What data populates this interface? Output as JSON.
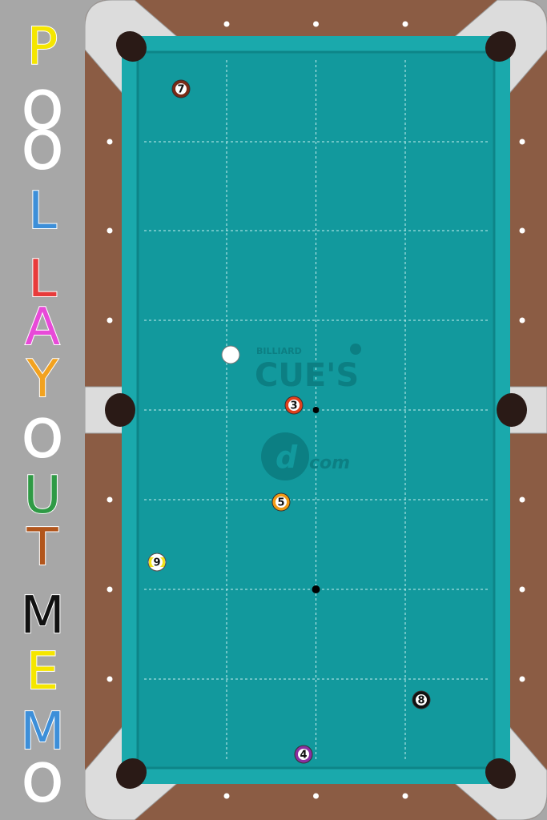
{
  "title": {
    "lines": [
      {
        "word": "POOL",
        "letters": [
          {
            "char": "P",
            "color": "#f5e600"
          },
          {
            "char": "O",
            "color": "#ffffff"
          },
          {
            "char": "O",
            "color": "#ffffff"
          },
          {
            "char": "L",
            "color": "#3d8fd9"
          }
        ]
      },
      {
        "word": "LAYOUT",
        "letters": [
          {
            "char": "L",
            "color": "#e83a3a"
          },
          {
            "char": "A",
            "color": "#e84ad8"
          },
          {
            "char": "Y",
            "color": "#f2a21f"
          },
          {
            "char": "O",
            "color": "#ffffff"
          },
          {
            "char": "U",
            "color": "#2f9a45"
          },
          {
            "char": "T",
            "color": "#b2561c"
          }
        ]
      },
      {
        "word": "MEMO",
        "letters": [
          {
            "char": "M",
            "color": "#111111"
          },
          {
            "char": "E",
            "color": "#f5e600"
          },
          {
            "char": "M",
            "color": "#3d8fd9"
          },
          {
            "char": "O",
            "color": "#ffffff"
          }
        ]
      }
    ]
  },
  "logo": {
    "small_text": "BILLIARD",
    "main_text": "CUE'S",
    "web_text": "com"
  },
  "colors": {
    "felt": "#12999d",
    "cushion": "#1aa9ac",
    "rail_wood": "#8b5c44",
    "corner": "#dcdcdc",
    "pocket": "#2a1a16",
    "logo": "#0c7f83"
  },
  "balls": [
    {
      "id": "cue",
      "label": "",
      "color": "#ffffff",
      "stripe": false
    },
    {
      "id": "7",
      "label": "7",
      "color": "#7a2a15",
      "stripe": false
    },
    {
      "id": "3",
      "label": "3",
      "color": "#e0401c",
      "stripe": false
    },
    {
      "id": "5",
      "label": "5",
      "color": "#f09a16",
      "stripe": false
    },
    {
      "id": "9",
      "label": "9",
      "color": "#f2e21a",
      "stripe": true
    },
    {
      "id": "8",
      "label": "8",
      "color": "#111111",
      "stripe": false
    },
    {
      "id": "4",
      "label": "4",
      "color": "#8a2fa0",
      "stripe": false
    }
  ]
}
